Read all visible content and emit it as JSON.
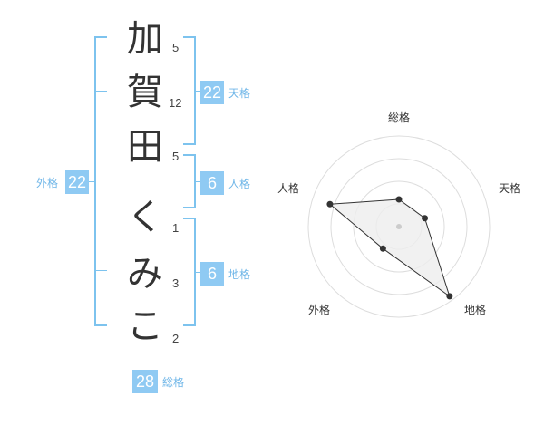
{
  "name_chars": [
    {
      "char": "加",
      "strokes": "5"
    },
    {
      "char": "賀",
      "strokes": "12"
    },
    {
      "char": "田",
      "strokes": "5"
    },
    {
      "char": "く",
      "strokes": "1"
    },
    {
      "char": "み",
      "strokes": "3"
    },
    {
      "char": "こ",
      "strokes": "2"
    }
  ],
  "kaku": {
    "tenkaku": {
      "value": "22",
      "label": "天格"
    },
    "jinkaku": {
      "value": "6",
      "label": "人格"
    },
    "chikaku": {
      "value": "6",
      "label": "地格"
    },
    "gaikaku": {
      "value": "22",
      "label": "外格"
    },
    "soukaku": {
      "value": "28",
      "label": "総格"
    }
  },
  "colors": {
    "accent": "#8fcaf3",
    "bracket": "#7dc3ee",
    "label": "#6fb6e8"
  },
  "chart_data": {
    "type": "radar",
    "axes": [
      "総格",
      "天格",
      "地格",
      "外格",
      "人格"
    ],
    "rings": 4,
    "values_fraction": [
      0.3,
      0.3,
      0.95,
      0.3,
      0.8
    ]
  }
}
